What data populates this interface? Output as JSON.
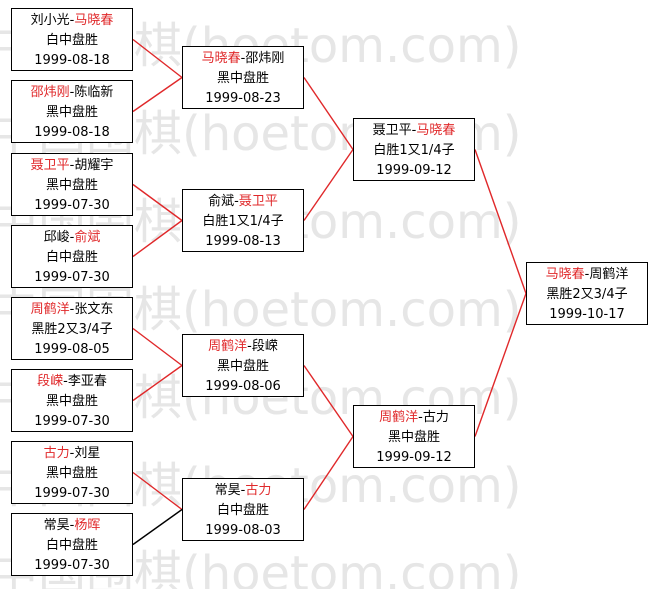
{
  "watermark_text": "中国围棋(hoetom.com)",
  "colors": {
    "winner": "#e0282a",
    "line_win": "#e0282a",
    "line_loss": "#000000"
  },
  "matches": [
    {
      "id": "r1m1",
      "players": [
        {
          "name": "刘小光",
          "winner": false
        },
        {
          "name": "马晓春",
          "winner": true
        }
      ],
      "result": "白中盘胜",
      "date": "1999-08-18"
    },
    {
      "id": "r1m2",
      "players": [
        {
          "name": "邵炜刚",
          "winner": true
        },
        {
          "name": "陈临新",
          "winner": false
        }
      ],
      "result": "黑中盘胜",
      "date": "1999-08-18"
    },
    {
      "id": "r1m3",
      "players": [
        {
          "name": "聂卫平",
          "winner": true
        },
        {
          "name": "胡耀宇",
          "winner": false
        }
      ],
      "result": "黑中盘胜",
      "date": "1999-07-30"
    },
    {
      "id": "r1m4",
      "players": [
        {
          "name": "邱峻",
          "winner": false
        },
        {
          "name": "俞斌",
          "winner": true
        }
      ],
      "result": "白中盘胜",
      "date": "1999-07-30"
    },
    {
      "id": "r1m5",
      "players": [
        {
          "name": "周鹤洋",
          "winner": true
        },
        {
          "name": "张文东",
          "winner": false
        }
      ],
      "result": "黑胜2又3/4子",
      "date": "1999-08-05"
    },
    {
      "id": "r1m6",
      "players": [
        {
          "name": "段嵘",
          "winner": true
        },
        {
          "name": "李亚春",
          "winner": false
        }
      ],
      "result": "黑中盘胜",
      "date": "1999-07-30"
    },
    {
      "id": "r1m7",
      "players": [
        {
          "name": "古力",
          "winner": true
        },
        {
          "name": "刘星",
          "winner": false
        }
      ],
      "result": "黑中盘胜",
      "date": "1999-07-30"
    },
    {
      "id": "r1m8",
      "players": [
        {
          "name": "常昊",
          "winner": false
        },
        {
          "name": "杨晖",
          "winner": true
        }
      ],
      "result": "白中盘胜",
      "date": "1999-07-30"
    },
    {
      "id": "r2m1",
      "players": [
        {
          "name": "马晓春",
          "winner": true
        },
        {
          "name": "邵炜刚",
          "winner": false
        }
      ],
      "result": "黑中盘胜",
      "date": "1999-08-23"
    },
    {
      "id": "r2m2",
      "players": [
        {
          "name": "俞斌",
          "winner": false
        },
        {
          "name": "聂卫平",
          "winner": true
        }
      ],
      "result": "白胜1又1/4子",
      "date": "1999-08-13"
    },
    {
      "id": "r2m3",
      "players": [
        {
          "name": "周鹤洋",
          "winner": true
        },
        {
          "name": "段嵘",
          "winner": false
        }
      ],
      "result": "黑中盘胜",
      "date": "1999-08-06"
    },
    {
      "id": "r2m4",
      "players": [
        {
          "name": "常昊",
          "winner": false
        },
        {
          "name": "古力",
          "winner": true
        }
      ],
      "result": "白中盘胜",
      "date": "1999-08-03"
    },
    {
      "id": "r3m1",
      "players": [
        {
          "name": "聂卫平",
          "winner": false
        },
        {
          "name": "马晓春",
          "winner": true
        }
      ],
      "result": "白胜1又1/4子",
      "date": "1999-09-12"
    },
    {
      "id": "r3m2",
      "players": [
        {
          "name": "周鹤洋",
          "winner": true
        },
        {
          "name": "古力",
          "winner": false
        }
      ],
      "result": "黑中盘胜",
      "date": "1999-09-12"
    },
    {
      "id": "r4m1",
      "players": [
        {
          "name": "马晓春",
          "winner": true
        },
        {
          "name": "周鹤洋",
          "winner": false
        }
      ],
      "result": "黑胜2又3/4子",
      "date": "1999-10-17"
    }
  ],
  "connections": [
    {
      "from": "r1m1",
      "to": "r2m1",
      "win": true
    },
    {
      "from": "r1m2",
      "to": "r2m1",
      "win": true
    },
    {
      "from": "r1m3",
      "to": "r2m2",
      "win": true
    },
    {
      "from": "r1m4",
      "to": "r2m2",
      "win": true
    },
    {
      "from": "r1m5",
      "to": "r2m3",
      "win": true
    },
    {
      "from": "r1m6",
      "to": "r2m3",
      "win": true
    },
    {
      "from": "r1m7",
      "to": "r2m4",
      "win": true
    },
    {
      "from": "r1m8",
      "to": "r2m4",
      "win": false
    },
    {
      "from": "r2m1",
      "to": "r3m1",
      "win": true
    },
    {
      "from": "r2m2",
      "to": "r3m1",
      "win": true
    },
    {
      "from": "r2m3",
      "to": "r3m2",
      "win": true
    },
    {
      "from": "r2m4",
      "to": "r3m2",
      "win": true
    },
    {
      "from": "r3m1",
      "to": "r4m1",
      "win": true
    },
    {
      "from": "r3m2",
      "to": "r4m1",
      "win": true
    }
  ]
}
